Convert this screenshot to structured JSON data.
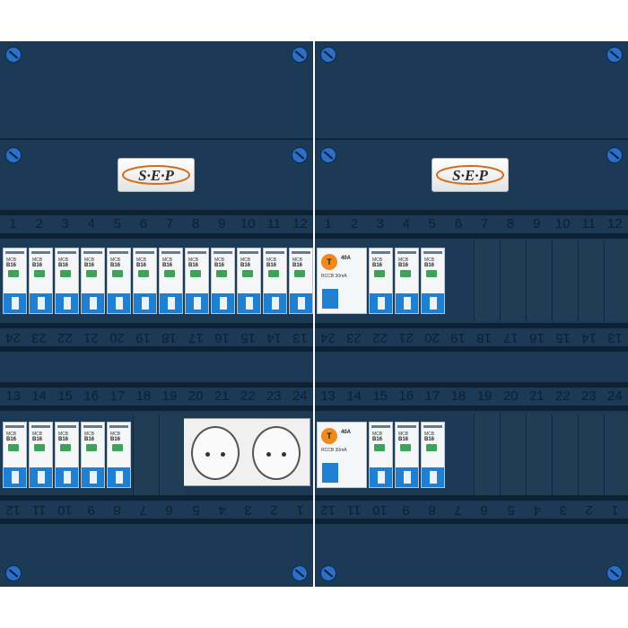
{
  "brand": {
    "logo_text": "SEP"
  },
  "panels": {
    "left": {
      "upper_numbers": [
        "1",
        "2",
        "3",
        "4",
        "5",
        "6",
        "7",
        "8",
        "9",
        "10",
        "11",
        "12"
      ],
      "row1_bottom_numbers": [
        "24",
        "23",
        "22",
        "21",
        "20",
        "19",
        "18",
        "17",
        "16",
        "15",
        "14",
        "13"
      ],
      "row2_top_numbers": [
        "13",
        "14",
        "15",
        "16",
        "17",
        "18",
        "19",
        "20",
        "21",
        "22",
        "23",
        "24"
      ],
      "row2_bottom_numbers": [
        "12",
        "11",
        "10",
        "9",
        "8",
        "7",
        "6",
        "5",
        "4",
        "3",
        "2",
        "1"
      ]
    },
    "right": {
      "upper_numbers": [
        "1",
        "2",
        "3",
        "4",
        "5",
        "6",
        "7",
        "8",
        "9",
        "10",
        "11",
        "12"
      ],
      "row1_bottom_numbers": [
        "24",
        "23",
        "22",
        "21",
        "20",
        "19",
        "18",
        "17",
        "16",
        "15",
        "14",
        "13"
      ],
      "row2_top_numbers": [
        "13",
        "14",
        "15",
        "16",
        "17",
        "18",
        "19",
        "20",
        "21",
        "22",
        "23",
        "24"
      ],
      "row2_bottom_numbers": [
        "12",
        "11",
        "10",
        "9",
        "8",
        "7",
        "6",
        "5",
        "4",
        "3",
        "2",
        "1"
      ]
    }
  },
  "breaker": {
    "rating": "B16",
    "model": "MCB"
  },
  "rcd": {
    "test_label": "T",
    "model": "RCCB",
    "rating": "40A",
    "sensitivity": "30mA"
  },
  "colors": {
    "panel": "#1c3a56",
    "rail": "#0e2233",
    "screw": "#2a70c8",
    "breaker_blue": "#1f7fd0",
    "test_orange": "#f08a1e"
  }
}
